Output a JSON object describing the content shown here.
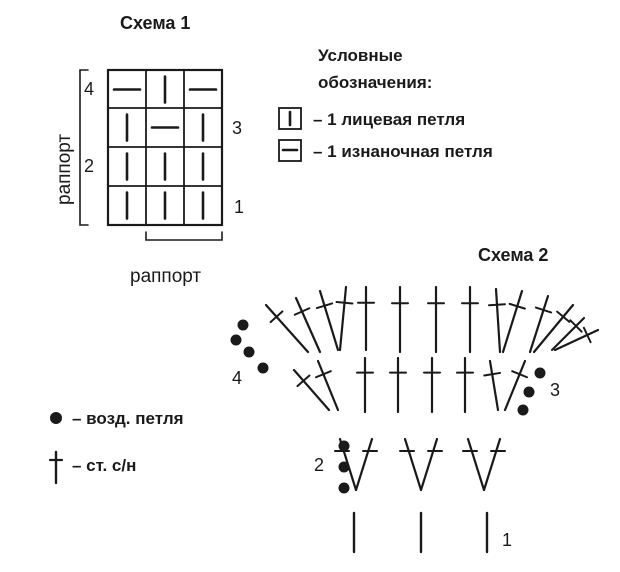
{
  "scheme1": {
    "title": "Схема 1",
    "row_labels": [
      "1",
      "2",
      "3",
      "4"
    ],
    "rapport_vertical": "раппорт",
    "rapport_horizontal": "раппорт",
    "grid": [
      [
        "purl",
        "knit",
        "purl"
      ],
      [
        "knit",
        "purl",
        "knit"
      ],
      [
        "knit",
        "knit",
        "knit"
      ],
      [
        "knit",
        "knit",
        "knit"
      ]
    ]
  },
  "legend1": {
    "title_line1": "Условные",
    "title_line2": "обозначения:",
    "items": [
      {
        "symbol": "knit",
        "text": "– 1 лицевая петля"
      },
      {
        "symbol": "purl",
        "text": "– 1 изнаночная петля"
      }
    ]
  },
  "scheme2": {
    "title": "Схема 2",
    "row_labels": [
      "1",
      "2",
      "3",
      "4"
    ]
  },
  "legend2": {
    "items": [
      {
        "symbol": "chain-dot",
        "text": "– возд. петля"
      },
      {
        "symbol": "dc-cross",
        "text": "– ст. с/н"
      }
    ]
  }
}
